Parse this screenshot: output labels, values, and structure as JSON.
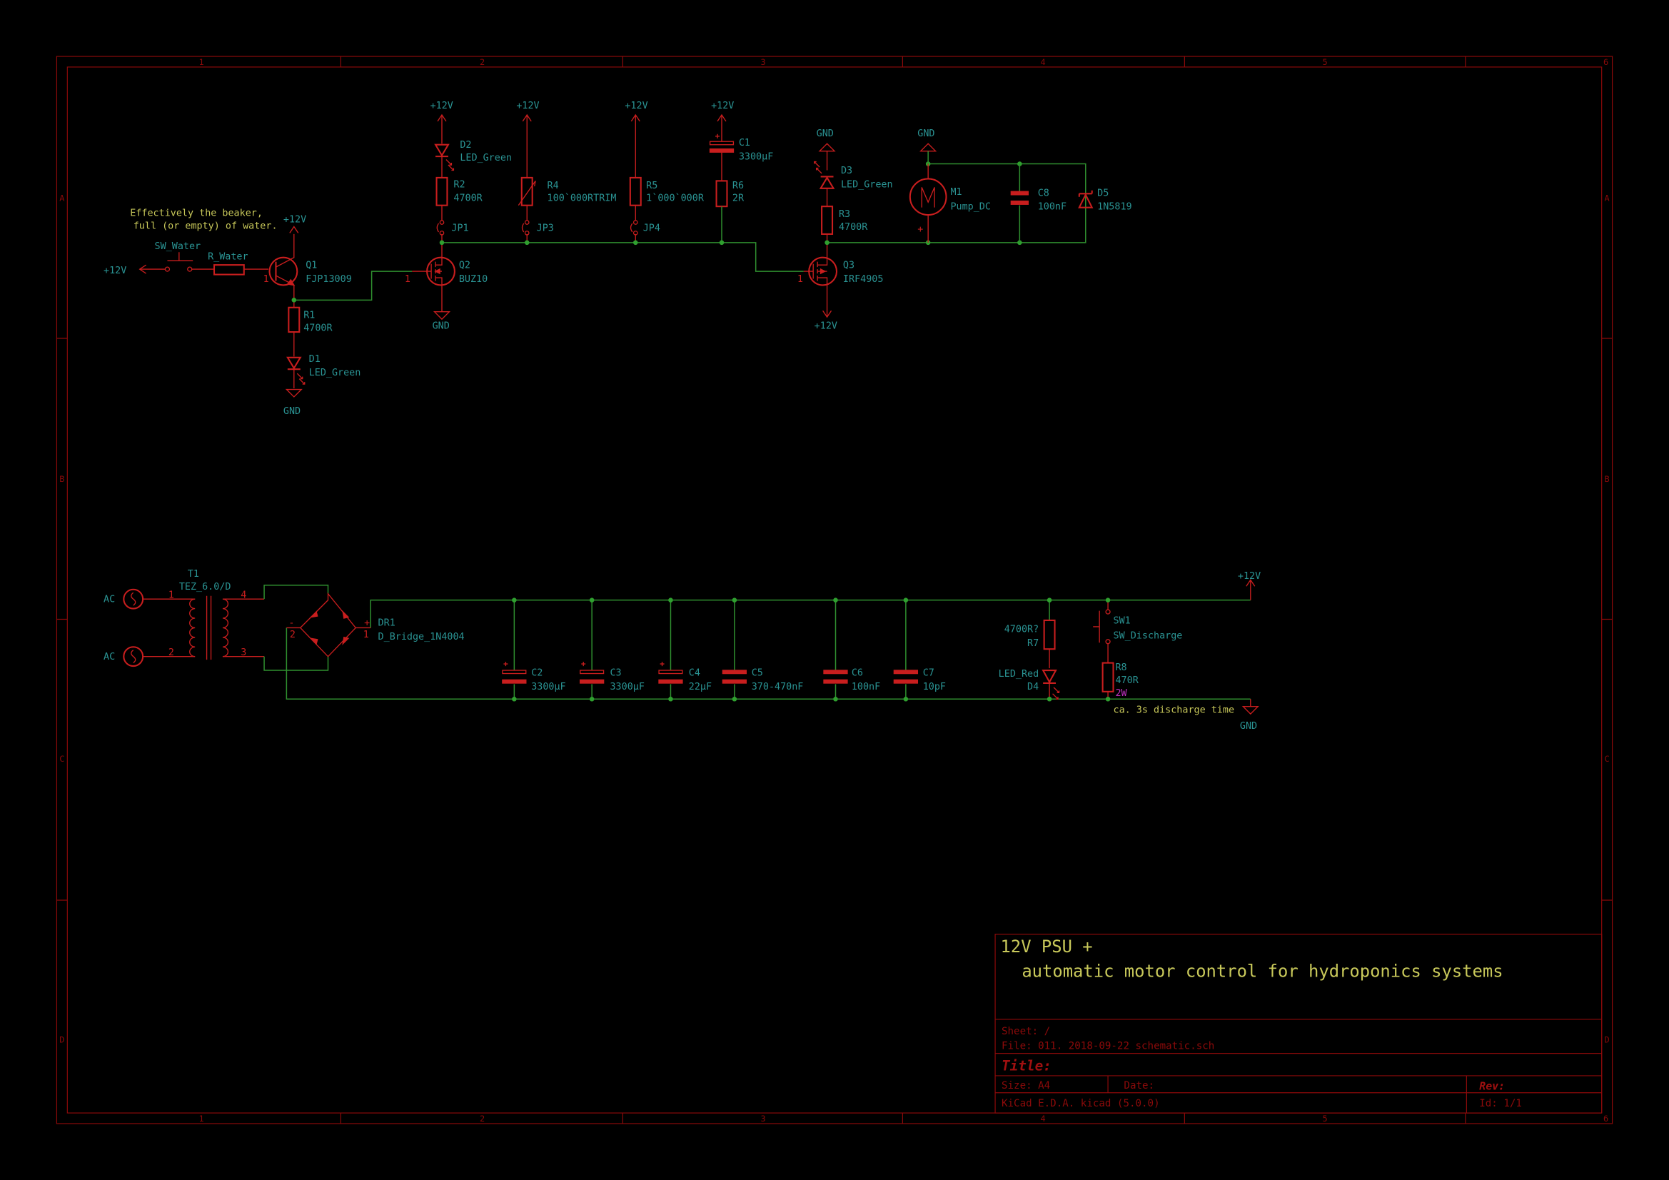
{
  "sheet": {
    "columns": [
      "1",
      "2",
      "3",
      "4",
      "5",
      "6"
    ],
    "rows": [
      "A",
      "B",
      "C",
      "D"
    ]
  },
  "power": {
    "p12v": "+12V",
    "gnd": "GND",
    "ac": "AC"
  },
  "notes": {
    "beaker_line1": "Effectively the beaker,",
    "beaker_line2": "full (or empty) of water.",
    "discharge": "ca. 3s discharge time"
  },
  "pins": {
    "p1": "1",
    "p2": "2",
    "p3": "3",
    "p4": "4",
    "plus": "+",
    "minus": "-"
  },
  "components": {
    "SW_Water": {
      "ref": "SW_Water"
    },
    "R_Water": {
      "ref": "R_Water"
    },
    "Q1": {
      "ref": "Q1",
      "value": "FJP13009"
    },
    "R1": {
      "ref": "R1",
      "value": "4700R"
    },
    "D1": {
      "ref": "D1",
      "value": "LED_Green"
    },
    "Q2": {
      "ref": "Q2",
      "value": "BUZ10"
    },
    "D2": {
      "ref": "D2",
      "value": "LED_Green"
    },
    "R2": {
      "ref": "R2",
      "value": "4700R"
    },
    "JP1": {
      "ref": "JP1"
    },
    "R4": {
      "ref": "R4",
      "value": "100`000RTRIM"
    },
    "JP3": {
      "ref": "JP3"
    },
    "R5": {
      "ref": "R5",
      "value": "1`000`000R"
    },
    "JP4": {
      "ref": "JP4"
    },
    "C1": {
      "ref": "C1",
      "value": "3300µF"
    },
    "R6": {
      "ref": "R6",
      "value": "2R"
    },
    "Q3": {
      "ref": "Q3",
      "value": "IRF4905"
    },
    "D3": {
      "ref": "D3",
      "value": "LED_Green"
    },
    "R3": {
      "ref": "R3",
      "value": "4700R"
    },
    "M1": {
      "ref": "M1",
      "value": "Pump_DC"
    },
    "C8": {
      "ref": "C8",
      "value": "100nF"
    },
    "D5": {
      "ref": "D5",
      "value": "1N5819"
    },
    "T1": {
      "ref": "T1",
      "value": "TEZ_6.0/D"
    },
    "DR1": {
      "ref": "DR1",
      "value": "D_Bridge_1N4004"
    },
    "C2": {
      "ref": "C2",
      "value": "3300µF"
    },
    "C3": {
      "ref": "C3",
      "value": "3300µF"
    },
    "C4": {
      "ref": "C4",
      "value": "22µF"
    },
    "C5": {
      "ref": "C5",
      "value": "370-470nF"
    },
    "C6": {
      "ref": "C6",
      "value": "100nF"
    },
    "C7": {
      "ref": "C7",
      "value": "10pF"
    },
    "R7": {
      "ref": "R7",
      "value": "4700R?"
    },
    "D4": {
      "ref": "D4",
      "value": "LED_Red"
    },
    "SW1": {
      "ref": "SW1",
      "value": "SW_Discharge"
    },
    "R8": {
      "ref": "R8",
      "value": "470R",
      "power": "2W"
    }
  },
  "title_block": {
    "title_line1": "12V PSU +",
    "title_line2": "automatic motor control for hydroponics systems",
    "sheet": "Sheet: /",
    "file": "File: 011. 2018-09-22 schematic.sch",
    "title_label": "Title:",
    "size": "Size: A4",
    "date": "Date:",
    "rev": "Rev:",
    "tool": "KiCad E.D.A.  kicad (5.0.0)",
    "id": "Id: 1/1"
  }
}
